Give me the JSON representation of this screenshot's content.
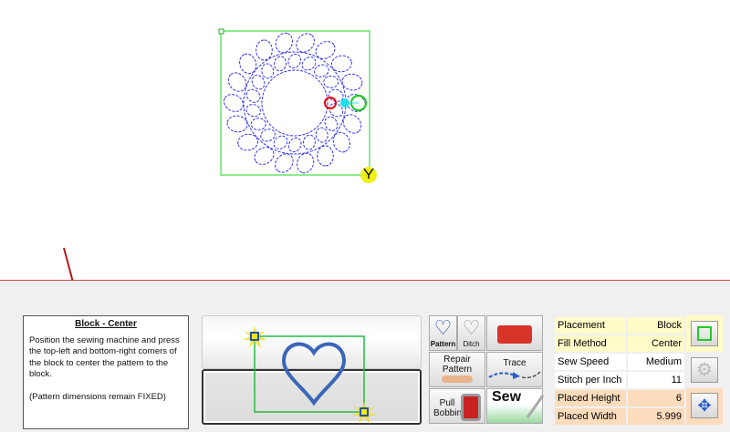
{
  "info": {
    "title": "Block - Center",
    "body": "Position the sewing machine and press the top-left and bottom-right corners of the block to center the pattern to the block.",
    "note": "(Pattern dimensions remain FIXED)"
  },
  "tools": {
    "pattern": "Pattern",
    "ditch": "Ditch",
    "repair": "Repair Pattern",
    "trace": "Trace",
    "pull": "Pull Bobbin",
    "sew": "Sew"
  },
  "settings": [
    {
      "label": "Placement",
      "value": "Block"
    },
    {
      "label": "Fill Method",
      "value": "Center"
    },
    {
      "label": "Sew Speed",
      "value": "Medium"
    },
    {
      "label": "Stitch per Inch",
      "value": "11"
    },
    {
      "label": "Placed Height",
      "value": "6"
    },
    {
      "label": "Placed Width",
      "value": "5.999"
    }
  ],
  "colors": {
    "block": "#33dd33",
    "stitch": "#3333ee",
    "accent": "#e04040"
  }
}
